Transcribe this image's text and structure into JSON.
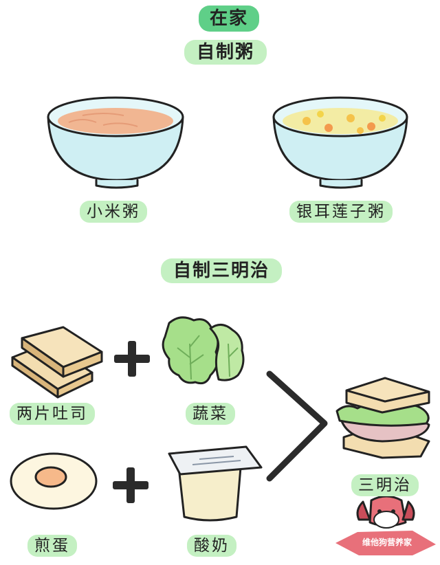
{
  "sections": {
    "header": "在家",
    "porridge_title": "自制粥",
    "sandwich_title": "自制三明治"
  },
  "porridges": [
    {
      "label": "小米粥"
    },
    {
      "label": "银耳莲子粥"
    }
  ],
  "ingredients": {
    "toast": "两片吐司",
    "vegetable": "蔬菜",
    "egg": "煎蛋",
    "yogurt": "酸奶"
  },
  "result": {
    "label": "三明治"
  },
  "operators": {
    "plus": "+"
  },
  "logo": {
    "text": "维他狗营养家"
  },
  "colors": {
    "title_green": "#5fcf88",
    "label_green": "#c4f0c2",
    "bowl_blue": "#cfeff3",
    "toast": "#f3ddb0",
    "lettuce": "#a6df8a",
    "egg_yolk": "#f6b98a"
  }
}
